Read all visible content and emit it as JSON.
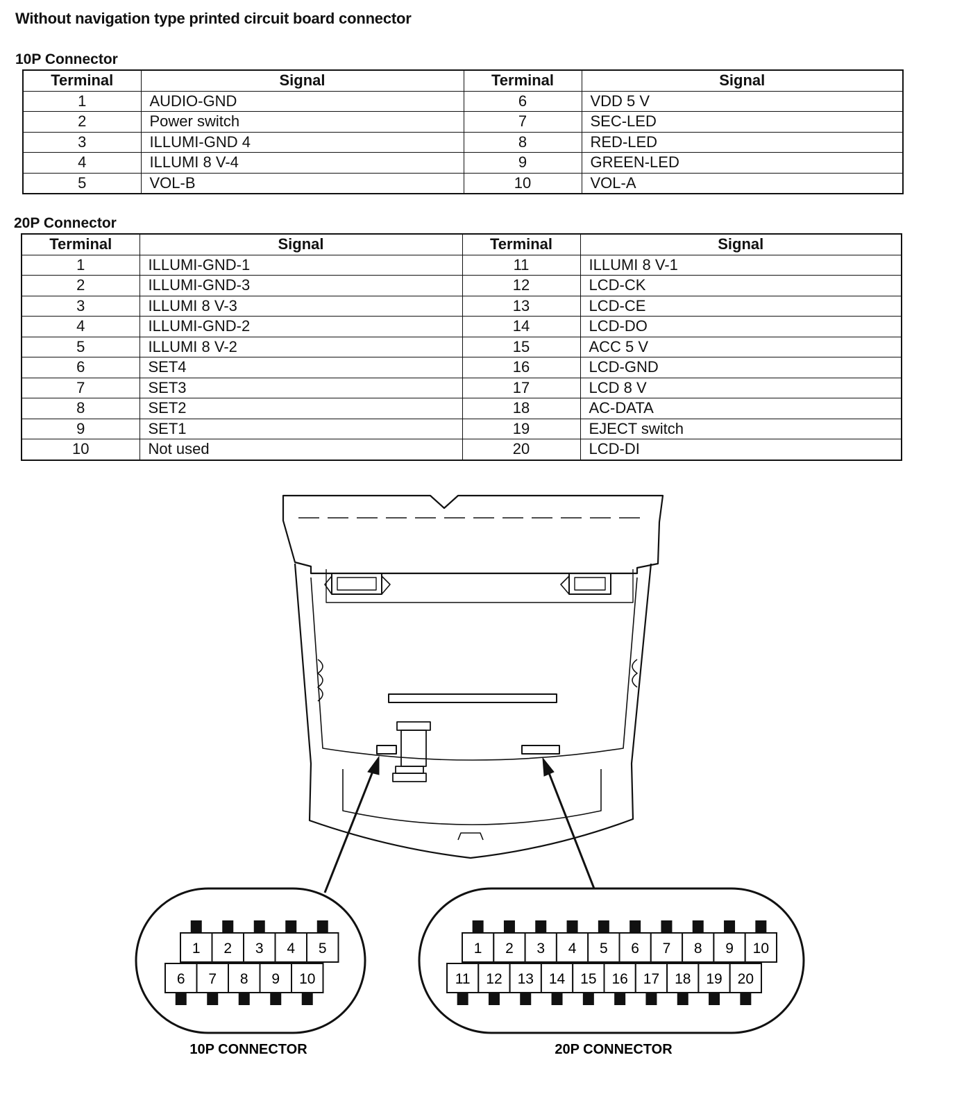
{
  "title": "Without navigation type printed circuit board connector",
  "tables": {
    "p10": {
      "title": "10P Connector",
      "headers": [
        "Terminal",
        "Signal",
        "Terminal",
        "Signal"
      ],
      "rows": [
        [
          "1",
          "AUDIO-GND",
          "6",
          "VDD 5 V"
        ],
        [
          "2",
          "Power switch",
          "7",
          "SEC-LED"
        ],
        [
          "3",
          "ILLUMI-GND 4",
          "8",
          "RED-LED"
        ],
        [
          "4",
          "ILLUMI 8 V-4",
          "9",
          "GREEN-LED"
        ],
        [
          "5",
          "VOL-B",
          "10",
          "VOL-A"
        ]
      ]
    },
    "p20": {
      "title": "20P Connector",
      "headers": [
        "Terminal",
        "Signal",
        "Terminal",
        "Signal"
      ],
      "rows": [
        [
          "1",
          "ILLUMI-GND-1",
          "11",
          "ILLUMI 8 V-1"
        ],
        [
          "2",
          "ILLUMI-GND-3",
          "12",
          "LCD-CK"
        ],
        [
          "3",
          "ILLUMI 8 V-3",
          "13",
          "LCD-CE"
        ],
        [
          "4",
          "ILLUMI-GND-2",
          "14",
          "LCD-DO"
        ],
        [
          "5",
          "ILLUMI 8 V-2",
          "15",
          "ACC 5 V"
        ],
        [
          "6",
          "SET4",
          "16",
          "LCD-GND"
        ],
        [
          "7",
          "SET3",
          "17",
          "LCD 8 V"
        ],
        [
          "8",
          "SET2",
          "18",
          "AC-DATA"
        ],
        [
          "9",
          "SET1",
          "19",
          "EJECT switch"
        ],
        [
          "10",
          "Not used",
          "20",
          "LCD-DI"
        ]
      ]
    }
  },
  "diagram": {
    "connector_10p": {
      "label": "10P CONNECTOR",
      "top_pins": [
        "1",
        "2",
        "3",
        "4",
        "5"
      ],
      "bottom_pins": [
        "6",
        "7",
        "8",
        "9",
        "10"
      ]
    },
    "connector_20p": {
      "label": "20P CONNECTOR",
      "top_pins": [
        "1",
        "2",
        "3",
        "4",
        "5",
        "6",
        "7",
        "8",
        "9",
        "10"
      ],
      "bottom_pins": [
        "11",
        "12",
        "13",
        "14",
        "15",
        "16",
        "17",
        "18",
        "19",
        "20"
      ]
    }
  }
}
